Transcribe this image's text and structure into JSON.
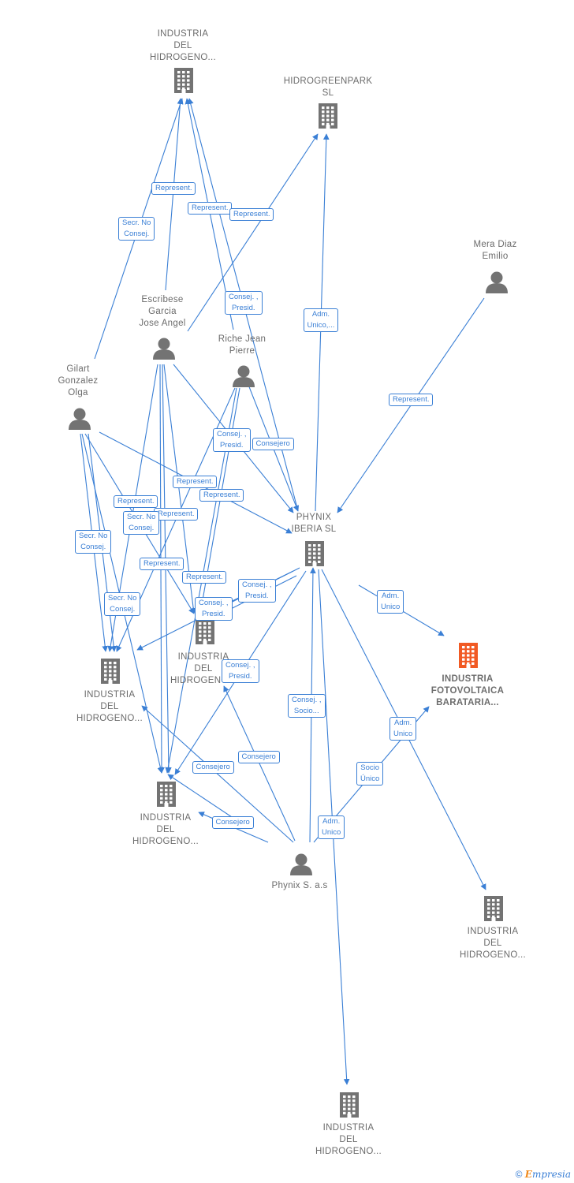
{
  "nodes": {
    "n1": {
      "type": "company",
      "lines": [
        "INDUSTRIA",
        "DEL",
        "HIDROGENO..."
      ]
    },
    "n2": {
      "type": "company",
      "lines": [
        "HIDROGREENPARK",
        "SL"
      ]
    },
    "n3": {
      "type": "person",
      "lines": [
        "Mera Diaz",
        "Emilio"
      ]
    },
    "n4": {
      "type": "person",
      "lines": [
        "Escribese",
        "Garcia",
        "Jose Angel"
      ]
    },
    "n5": {
      "type": "person",
      "lines": [
        "Riche Jean",
        "Pierre"
      ]
    },
    "n6": {
      "type": "person",
      "lines": [
        "Gilart",
        "Gonzalez",
        "Olga"
      ]
    },
    "n7": {
      "type": "company",
      "lines": [
        "PHYNIX",
        "IBERIA  SL"
      ]
    },
    "n8": {
      "type": "company-focus",
      "lines": [
        "INDUSTRIA",
        "FOTOVOLTAICA",
        "BARATARIA..."
      ]
    },
    "n9": {
      "type": "company",
      "lines": [
        "INDUSTRIA",
        "DEL",
        "HIDROGENO..."
      ]
    },
    "n10": {
      "type": "company",
      "lines": [
        "INDUSTRIA",
        "DEL",
        "HIDROGENO..."
      ]
    },
    "n11": {
      "type": "company",
      "lines": [
        "INDUSTRIA",
        "DEL",
        "HIDROGENO..."
      ]
    },
    "n12": {
      "type": "person",
      "lines": [
        "Phynix S. a.s"
      ]
    },
    "n13": {
      "type": "company",
      "lines": [
        "INDUSTRIA",
        "DEL",
        "HIDROGENO..."
      ]
    },
    "n14": {
      "type": "company",
      "lines": [
        "INDUSTRIA",
        "DEL",
        "HIDROGENO..."
      ]
    }
  },
  "edge_labels": [
    {
      "lines": [
        "Represent."
      ]
    },
    {
      "lines": [
        "Secr.  No",
        "Consej."
      ]
    },
    {
      "lines": [
        "Represent."
      ]
    },
    {
      "lines": [
        "Represent."
      ]
    },
    {
      "lines": [
        "Consej. ,",
        "Presid."
      ]
    },
    {
      "lines": [
        "Adm.",
        "Unico,..."
      ]
    },
    {
      "lines": [
        "Represent."
      ]
    },
    {
      "lines": [
        "Consej. ,",
        "Presid."
      ]
    },
    {
      "lines": [
        "Consejero"
      ]
    },
    {
      "lines": [
        "Represent."
      ]
    },
    {
      "lines": [
        "Represent."
      ]
    },
    {
      "lines": [
        "Represent."
      ]
    },
    {
      "lines": [
        "Represent."
      ]
    },
    {
      "lines": [
        "Secr.  No",
        "Consej."
      ]
    },
    {
      "lines": [
        "Secr.  No",
        "Consej."
      ]
    },
    {
      "lines": [
        "Represent."
      ]
    },
    {
      "lines": [
        "Represent."
      ]
    },
    {
      "lines": [
        "Secr.  No",
        "Consej."
      ]
    },
    {
      "lines": [
        "Consej. ,",
        "Presid."
      ]
    },
    {
      "lines": [
        "Consej. ,",
        "Presid."
      ]
    },
    {
      "lines": [
        "Adm.",
        "Unico"
      ]
    },
    {
      "lines": [
        "Consej. ,",
        "Presid."
      ]
    },
    {
      "lines": [
        "Consej. ,",
        "Socio..."
      ]
    },
    {
      "lines": [
        "Adm.",
        "Unico"
      ]
    },
    {
      "lines": [
        "Socio",
        "Único"
      ]
    },
    {
      "lines": [
        "Consejero"
      ]
    },
    {
      "lines": [
        "Consejero"
      ]
    },
    {
      "lines": [
        "Consejero"
      ]
    },
    {
      "lines": [
        "Adm.",
        "Unico"
      ]
    }
  ],
  "footer": {
    "copyright": "©",
    "brand": "mpresia",
    "brand_initial": "E"
  },
  "colors": {
    "edge": "#3a7fd5",
    "node_gray": "#737373",
    "focus": "#f15a24"
  }
}
